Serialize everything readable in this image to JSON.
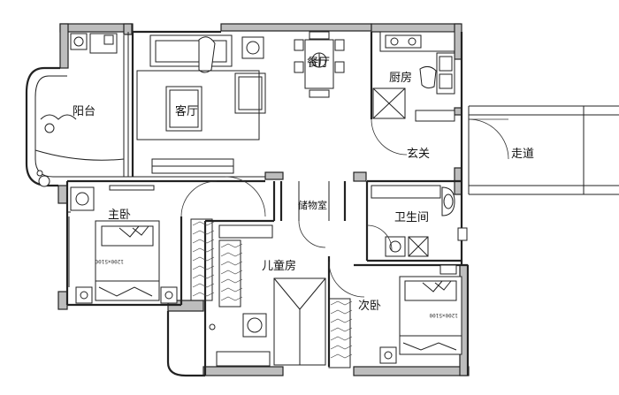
{
  "rooms": {
    "balcony": "阳台",
    "living_room": "客厅",
    "dining_room": "餐厅",
    "kitchen": "厨房",
    "foyer": "玄关",
    "corridor": "走道",
    "master_bedroom": "主卧",
    "storage_room": "储物室",
    "bathroom": "卫生间",
    "kids_room": "儿童房",
    "second_bedroom": "次卧"
  },
  "bed_dims": {
    "master": "1200×5100",
    "second": "1200×5100"
  },
  "colors": {
    "wall_fill": "#bdbdbd",
    "line": "#222222"
  }
}
